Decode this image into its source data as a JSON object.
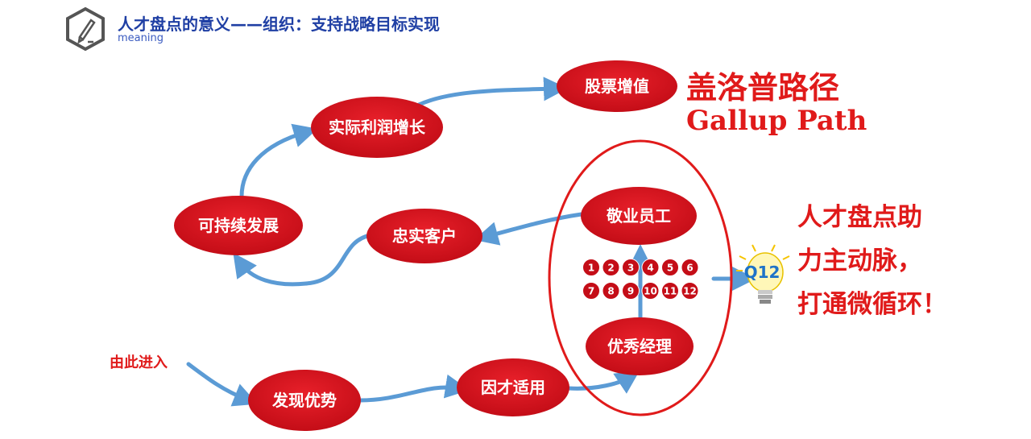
{
  "header": {
    "title": "人才盘点的意义——组织：支持战略目标实现",
    "subtitle": "meaning",
    "icon": "pencil-hexagon-icon"
  },
  "diagram": {
    "nodes": {
      "stock": "股票增值",
      "profit": "实际利润增长",
      "sustain": "可持续发展",
      "customer": "忠实客户",
      "engaged": "敬业员工",
      "manager": "优秀经理",
      "fit": "因才适用",
      "discover": "发现优势"
    },
    "entry_label": "由此进入",
    "q12_numbers": [
      "1",
      "2",
      "3",
      "4",
      "5",
      "6",
      "7",
      "8",
      "9",
      "10",
      "11",
      "12"
    ],
    "bulb_label": "Q12",
    "colors": {
      "node_fill": "#d8101d",
      "arrow": "#5b9bd5",
      "accent_red": "#e01a1a",
      "title_blue": "#1f3fa4"
    }
  },
  "gallup": {
    "title_cn": "盖洛普路径",
    "title_en": "Gallup Path"
  },
  "right_text": {
    "line1": "人才盘点助",
    "line2": "力主动脉，",
    "line3": "打通微循环！"
  }
}
